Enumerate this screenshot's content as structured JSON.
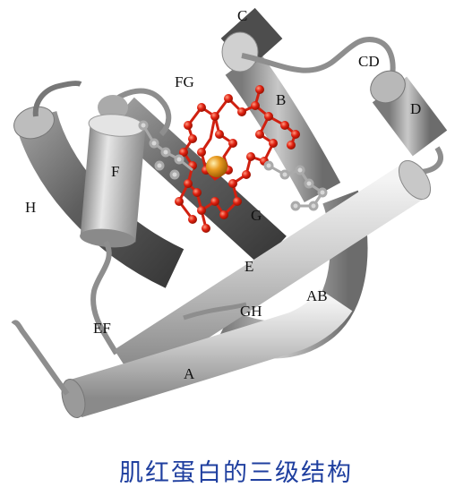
{
  "caption": "肌红蛋白的三级结构",
  "labels": {
    "A": "A",
    "B": "B",
    "C": "C",
    "CD": "CD",
    "D": "D",
    "E": "E",
    "EF": "EF",
    "F": "F",
    "FG": "FG",
    "G": "G",
    "GH": "GH",
    "H": "H",
    "AB": "AB"
  },
  "colors": {
    "helix_light": "#d6d6d6",
    "helix_dark": "#5a5a5a",
    "heme": "#e02010",
    "iron": "#e08a10",
    "caption": "#1f3f9f"
  }
}
